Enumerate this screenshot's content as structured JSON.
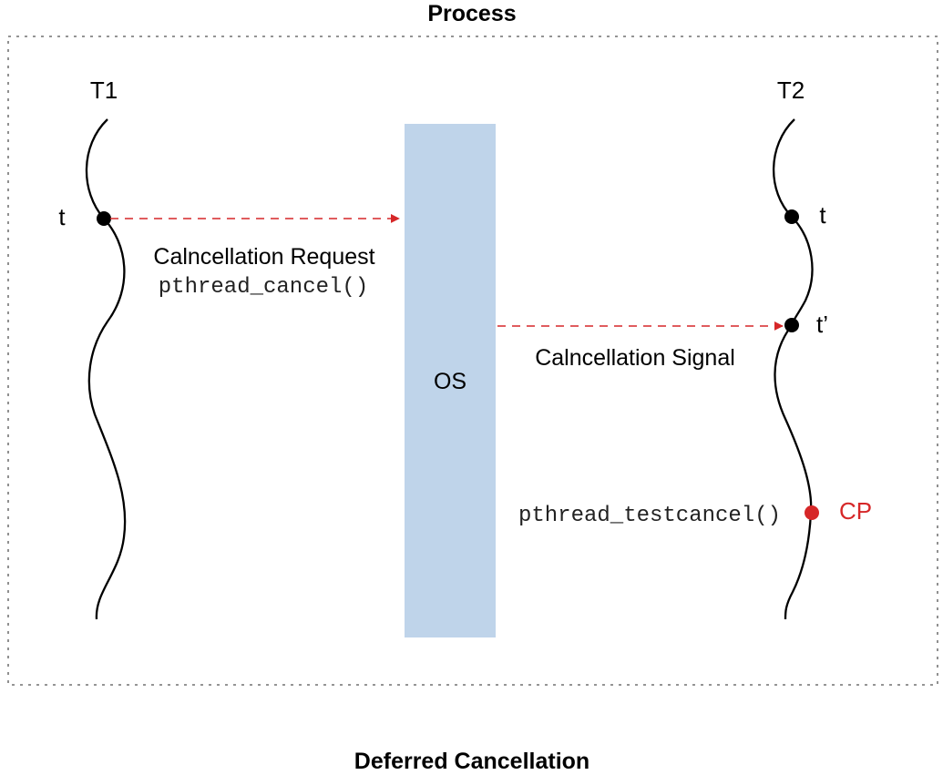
{
  "title": "Process",
  "caption": "Deferred Cancellation",
  "threads": {
    "t1": {
      "label": "T1",
      "point_label": "t"
    },
    "t2": {
      "label": "T2",
      "point_label": "t",
      "signal_point_label": "t’",
      "cancellation_point_label": "CP"
    }
  },
  "os": {
    "label": "OS"
  },
  "request": {
    "label": "Calncellation Request",
    "function": "pthread_cancel()"
  },
  "signal": {
    "label": "Calncellation Signal"
  },
  "testcancel": {
    "function": "pthread_testcancel()"
  },
  "colors": {
    "arrow": "#d62728",
    "cancellation_point": "#d62728",
    "os_box": "#bfd4ea",
    "thread_line": "#000000",
    "process_border": "#555555"
  }
}
